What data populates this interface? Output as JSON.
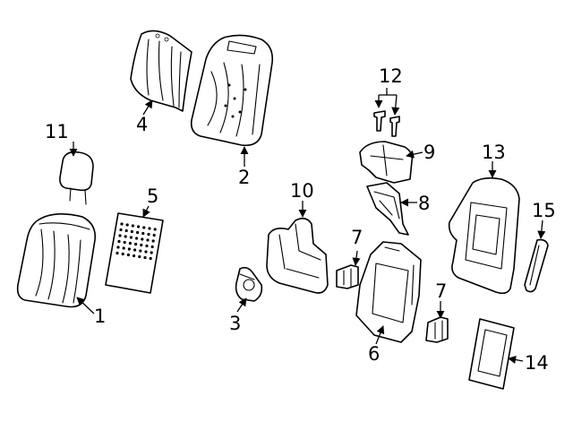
{
  "callouts": {
    "c1": "1",
    "c2": "2",
    "c3": "3",
    "c4": "4",
    "c5": "5",
    "c6": "6",
    "c7a": "7",
    "c7b": "7",
    "c8": "8",
    "c9": "9",
    "c10": "10",
    "c11": "11",
    "c12": "12",
    "c13": "13",
    "c14": "14",
    "c15": "15"
  },
  "colors": {
    "line": "#000000",
    "background": "#ffffff"
  }
}
